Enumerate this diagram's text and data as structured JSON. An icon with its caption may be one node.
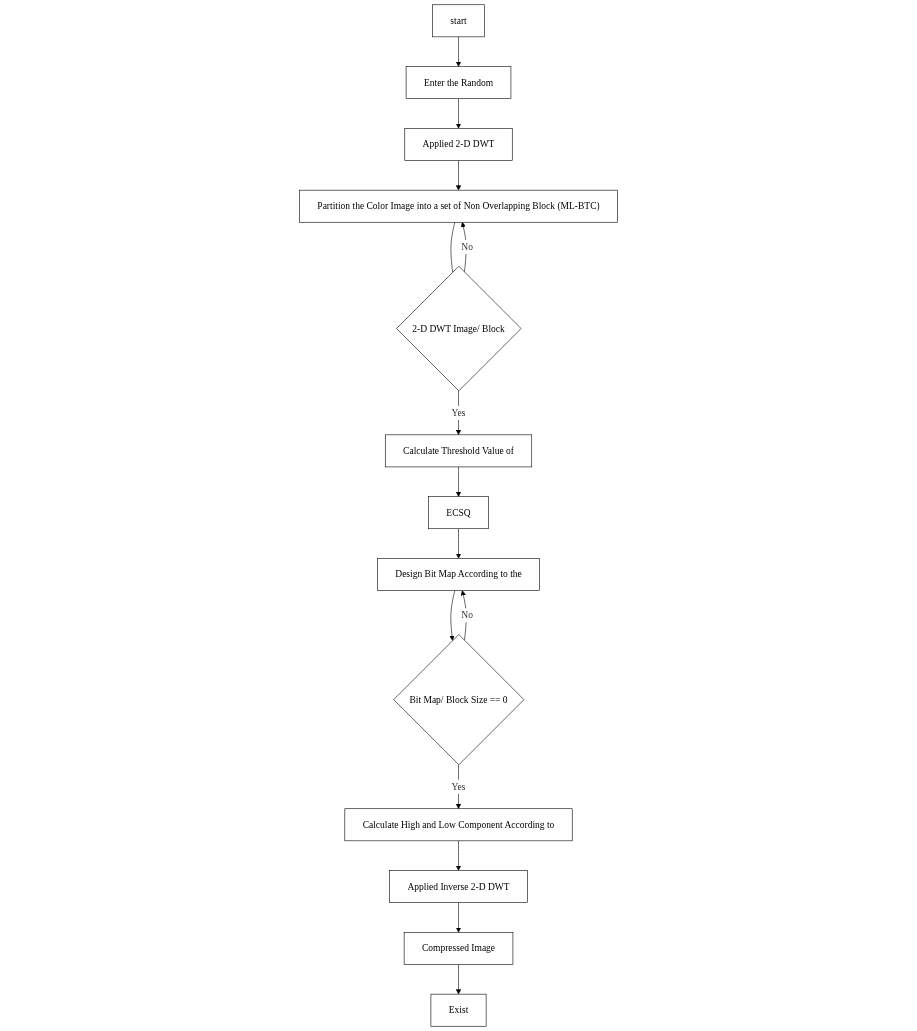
{
  "diagram": {
    "nodes": [
      {
        "text": [
          "start"
        ]
      },
      {
        "text": [
          "Enter the Random"
        ]
      },
      {
        "text": [
          "Applied 2-D DWT"
        ]
      },
      {
        "text": [
          "Partition the Color Image into a set of Non Overlapping Block (ML-BTC)"
        ]
      },
      {
        "text": [
          "2-D DWT Image/ Block"
        ]
      },
      {
        "text": [
          "Calculate Threshold Value of"
        ]
      },
      {
        "text": [
          "ECSQ"
        ]
      },
      {
        "text": [
          "Design Bit Map According to the"
        ]
      },
      {
        "text": [
          "Bit Map/ Block Size == 0"
        ]
      },
      {
        "text": [
          "Calculate High and Low Component According to"
        ]
      },
      {
        "text": [
          "Applied Inverse 2-D DWT"
        ]
      },
      {
        "text": [
          "Compressed Image"
        ]
      },
      {
        "text": [
          "Exist"
        ]
      }
    ],
    "edges": [
      {
        "from": 0,
        "to": 1,
        "arrow": "to"
      },
      {
        "from": 1,
        "to": 2,
        "arrow": "to"
      },
      {
        "from": 2,
        "to": 3,
        "arrow": "to"
      },
      {
        "from": 3,
        "to": 4,
        "arrow": "none"
      },
      {
        "from": 4,
        "to": 5,
        "arrow": "to",
        "label": "Yes"
      },
      {
        "from": 4,
        "to": 3,
        "arrow": "to",
        "label": "No"
      },
      {
        "from": 5,
        "to": 6,
        "arrow": "to"
      },
      {
        "from": 6,
        "to": 7,
        "arrow": "to"
      },
      {
        "from": 7,
        "to": 8,
        "arrow": "to"
      },
      {
        "from": 8,
        "to": 9,
        "arrow": "to",
        "label": "Yes"
      },
      {
        "from": 8,
        "to": 7,
        "arrow": "to",
        "label": "No"
      },
      {
        "from": 9,
        "to": 10,
        "arrow": "to"
      },
      {
        "from": 10,
        "to": 11,
        "arrow": "to"
      },
      {
        "from": 11,
        "to": 12,
        "arrow": "to"
      }
    ]
  }
}
